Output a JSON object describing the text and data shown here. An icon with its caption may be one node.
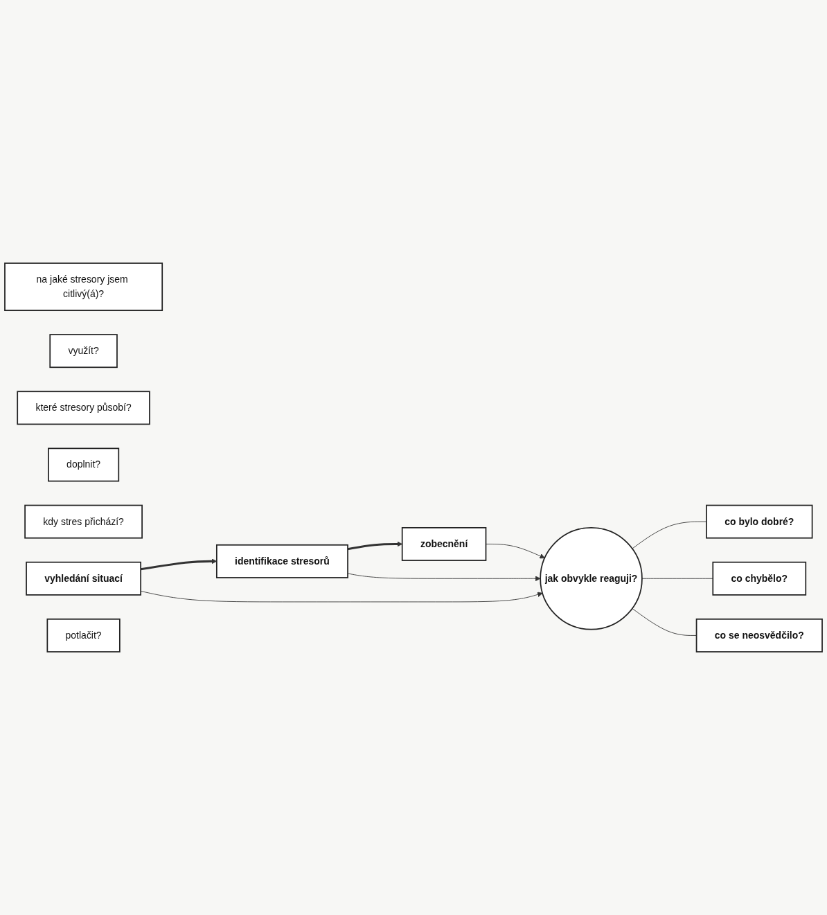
{
  "diagram": {
    "nodes": [
      {
        "text": [
          "na jaké stresory jsem citlivý(á)?"
        ]
      },
      {
        "text": [
          "zobecnění"
        ]
      },
      {
        "text": [
          "využít?"
        ]
      },
      {
        "text": [
          "co bylo dobré?"
        ]
      },
      {
        "text": [
          "které stresory působí?"
        ]
      },
      {
        "text": [
          "identifikace stresorů"
        ]
      },
      {
        "text": [
          "jak obvykle reaguji?"
        ]
      },
      {
        "text": [
          "doplnit?"
        ]
      },
      {
        "text": [
          "co chybělo?"
        ]
      },
      {
        "text": [
          "kdy stres přichází?"
        ]
      },
      {
        "text": [
          "vyhledání situací"
        ]
      },
      {
        "text": [
          "potlačit?"
        ]
      },
      {
        "text": [
          "co se neosvědčilo?"
        ]
      }
    ],
    "edges": [
      {
        "from": 10,
        "to": 5,
        "arrow": "to",
        "style": "thick"
      },
      {
        "from": 5,
        "to": 1,
        "arrow": "to",
        "style": "thick"
      },
      {
        "from": 1,
        "to": 6,
        "arrow": "to"
      },
      {
        "from": 5,
        "to": 6,
        "arrow": "to"
      },
      {
        "from": 10,
        "to": 6,
        "arrow": "to"
      },
      {
        "from": 6,
        "to": 3,
        "arrow": "none"
      },
      {
        "from": 6,
        "to": 8,
        "arrow": "none"
      },
      {
        "from": 6,
        "to": 12,
        "arrow": "none"
      }
    ]
  }
}
